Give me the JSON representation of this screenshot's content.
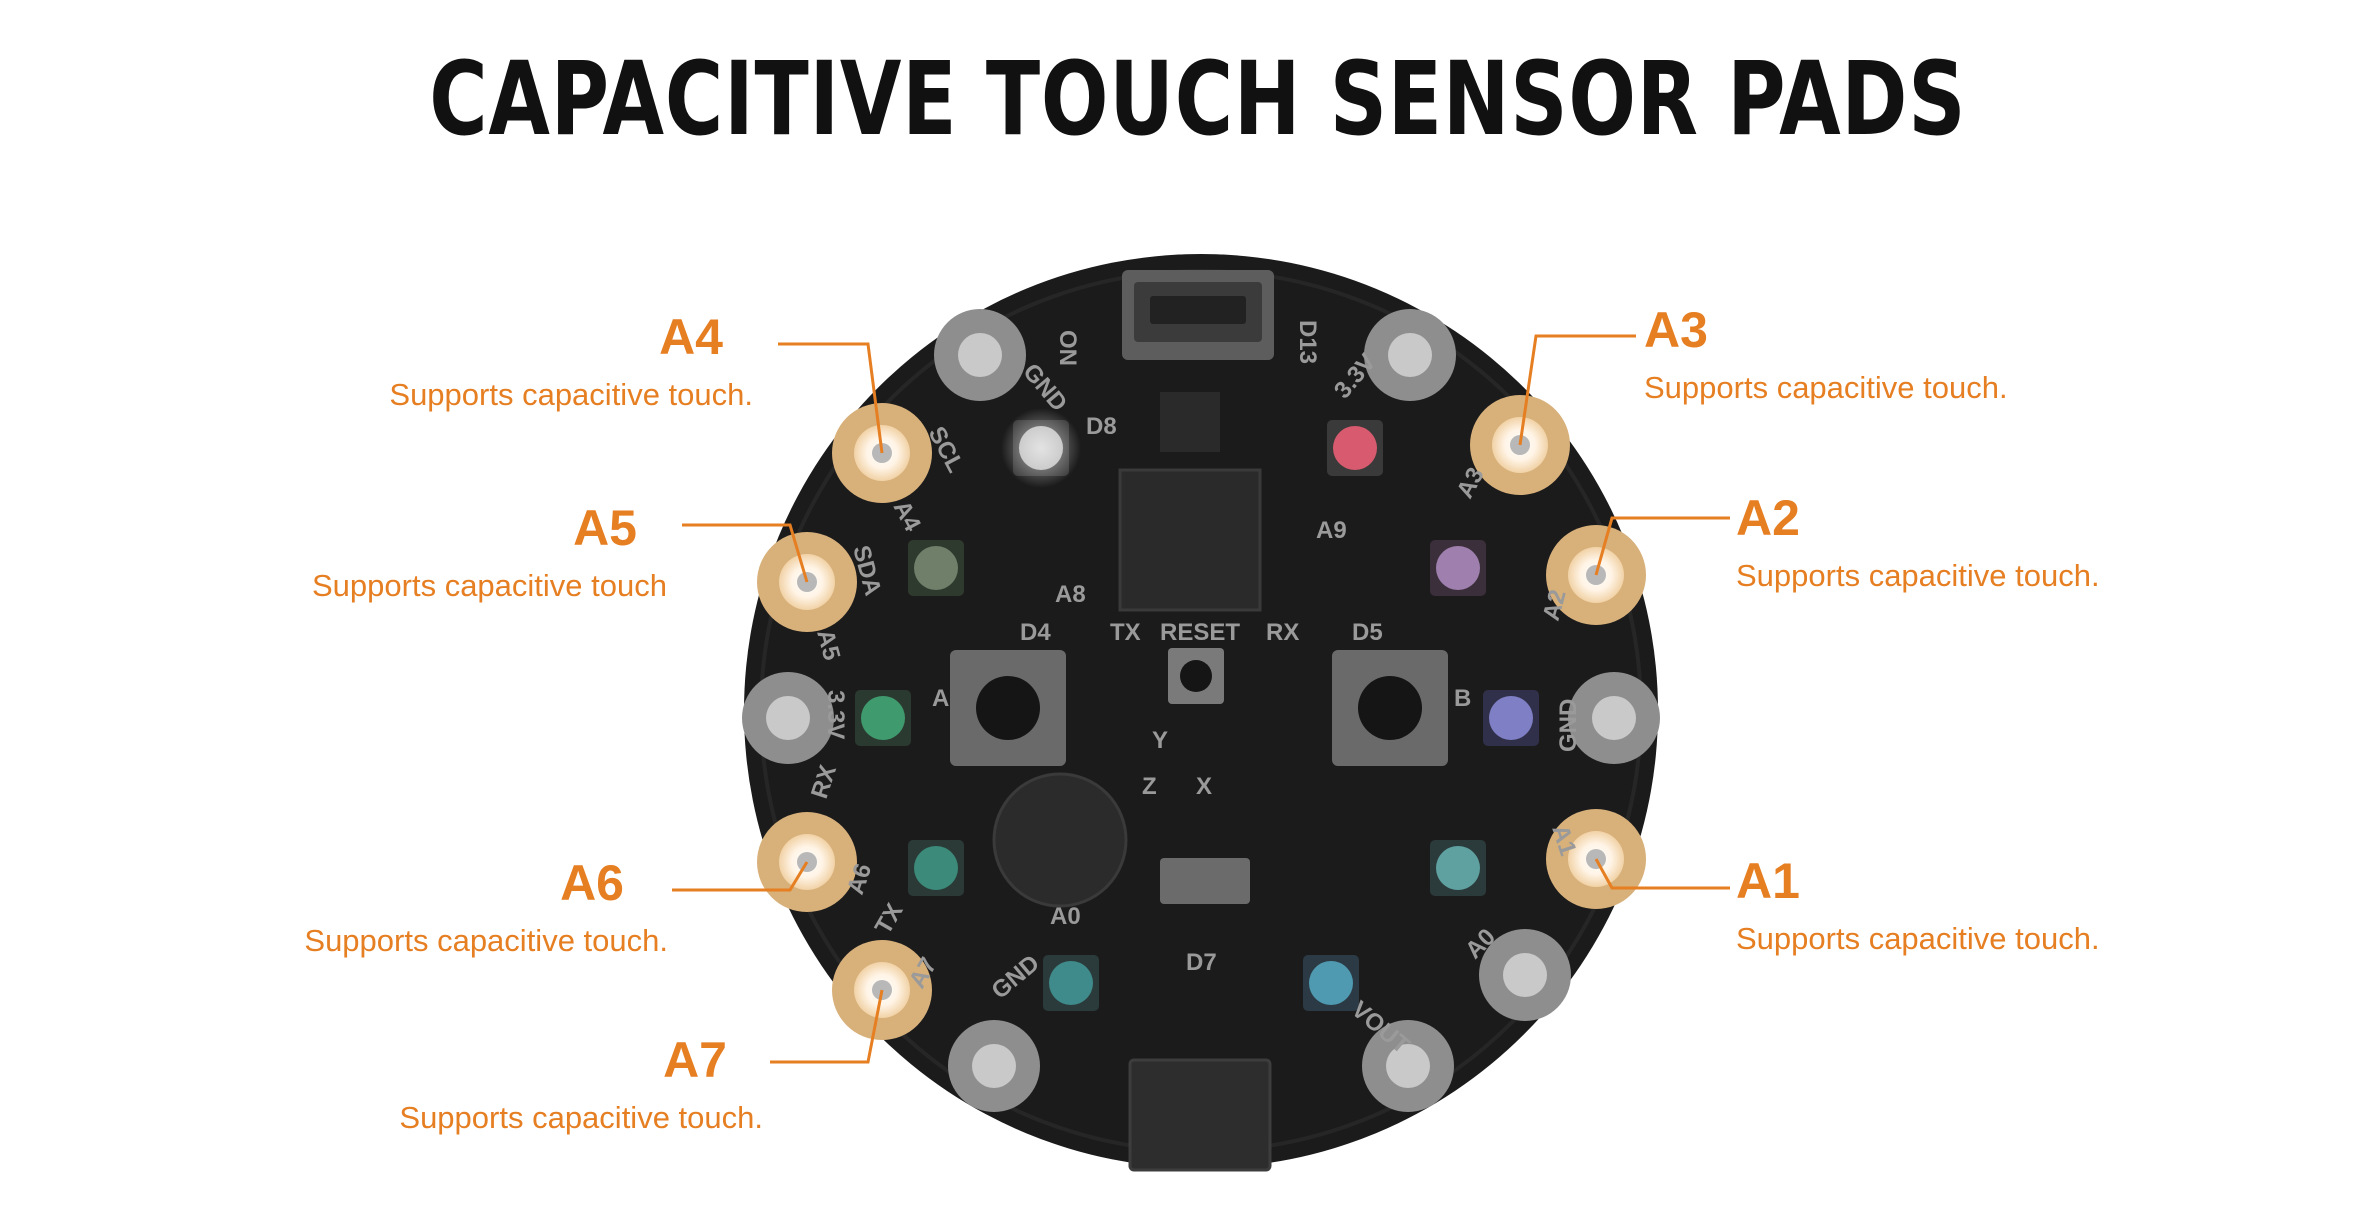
{
  "title": "CAPACITIVE TOUCH SENSOR PADS",
  "colors": {
    "accent": "#e67e22",
    "board": "#1b1b1b",
    "pad_gold": "#d8b07a",
    "pad_gray": "#8e8e8e"
  },
  "callouts": {
    "a4": {
      "label": "A4",
      "desc": "Supports capacitive touch."
    },
    "a5": {
      "label": "A5",
      "desc": "Supports capacitive touch"
    },
    "a6": {
      "label": "A6",
      "desc": "Supports capacitive touch."
    },
    "a7": {
      "label": "A7",
      "desc": "Supports capacitive touch."
    },
    "a3": {
      "label": "A3",
      "desc": "Supports capacitive touch."
    },
    "a2": {
      "label": "A2",
      "desc": "Supports capacitive touch."
    },
    "a1": {
      "label": "A1",
      "desc": "Supports capacitive touch."
    }
  },
  "board_labels": {
    "on": "ON",
    "d13": "D13",
    "gnd_top": "GND",
    "v33_top": "3.3V",
    "d8": "D8",
    "scl": "SCL",
    "a4": "A4",
    "sda": "SDA",
    "a5": "A5",
    "a3": "A3",
    "a2": "A2",
    "a9": "A9",
    "a8": "A8",
    "d4": "D4",
    "d5": "D5",
    "tx": "TX",
    "rx": "RX",
    "reset": "RESET",
    "btn_a": "A",
    "btn_b": "B",
    "v33_left": "3.3V",
    "gnd_right": "GND",
    "rx_pin": "RX",
    "a6": "A6",
    "a1": "A1",
    "tx_pin": "TX",
    "a7": "A7",
    "a0": "A0",
    "a0_right": "A0",
    "d7": "D7",
    "gnd_bottom": "GND",
    "vout": "VOUT",
    "axis_y": "Y",
    "axis_x": "X",
    "axis_z": "Z"
  }
}
